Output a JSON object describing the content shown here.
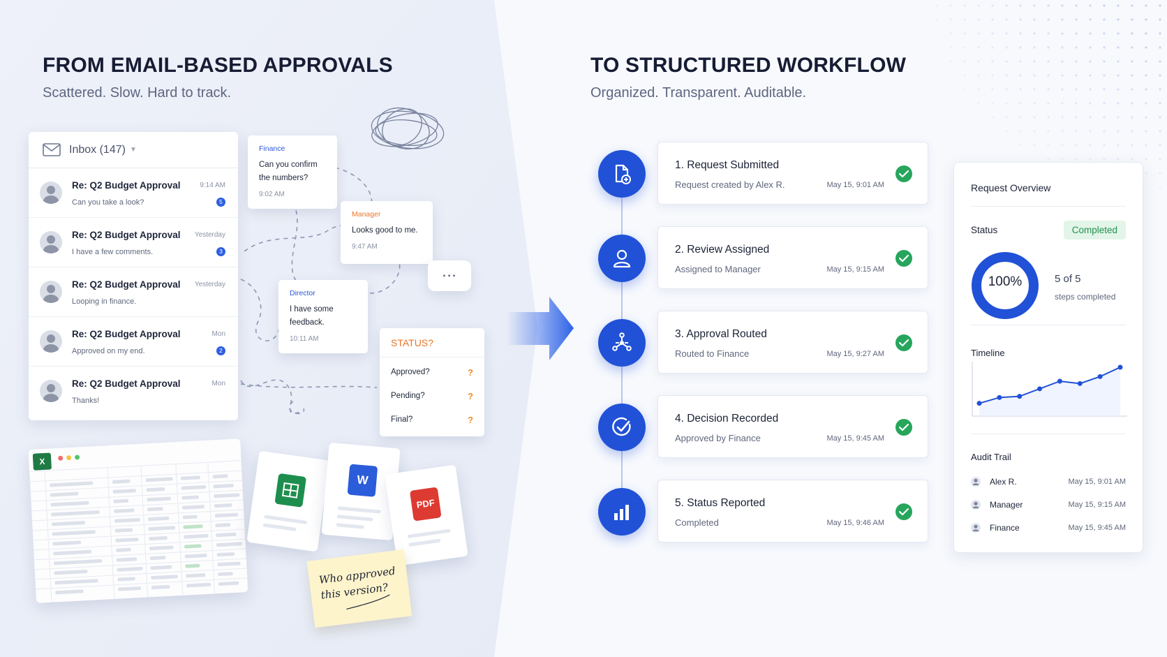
{
  "left": {
    "title": "FROM EMAIL-BASED APPROVALS",
    "subtitle": "Scattered. Slow. Hard to track."
  },
  "right": {
    "title": "TO STRUCTURED WORKFLOW",
    "subtitle": "Organized. Transparent. Auditable."
  },
  "inbox": {
    "label": "Inbox (147)",
    "messages": [
      {
        "subject": "Re: Q2 Budget Approval",
        "preview": "Can you take a look?",
        "time": "9:14 AM",
        "badge": "5"
      },
      {
        "subject": "Re: Q2 Budget Approval",
        "preview": "I have a few comments.",
        "time": "Yesterday",
        "badge": "3"
      },
      {
        "subject": "Re: Q2 Budget Approval",
        "preview": "Looping in finance.",
        "time": "Yesterday",
        "badge": ""
      },
      {
        "subject": "Re: Q2 Budget Approval",
        "preview": "Approved on my end.",
        "time": "Mon",
        "badge": "2"
      },
      {
        "subject": "Re: Q2 Budget Approval",
        "preview": "Thanks!",
        "time": "Mon",
        "badge": ""
      }
    ]
  },
  "chats": [
    {
      "role": "Finance",
      "message": "Can you confirm the numbers?",
      "time": "9:02 AM",
      "role_color": "#2a56d8"
    },
    {
      "role": "Manager",
      "message": "Looks good to me.",
      "time": "9:47 AM",
      "role_color": "#e8772a"
    },
    {
      "role": "Director",
      "message": "I have some feedback.",
      "time": "10:11 AM",
      "role_color": "#2a56d8"
    }
  ],
  "typing": "...",
  "status_card": {
    "title": "STATUS?",
    "rows": [
      {
        "label": "Approved?",
        "mark": "?"
      },
      {
        "label": "Pending?",
        "mark": "?"
      },
      {
        "label": "Final?",
        "mark": "?"
      }
    ]
  },
  "files": {
    "excel_letter": "X",
    "sheets_icon": "sheets-icon",
    "word_letter": "W",
    "pdf_label": "PDF"
  },
  "sticky_note": "Who approved this version?",
  "workflow": [
    {
      "title": "1. Request Submitted",
      "desc": "Request created by Alex R.",
      "time": "May 15, 9:01 AM",
      "icon": "document-add-icon"
    },
    {
      "title": "2. Review Assigned",
      "desc": "Assigned to Manager",
      "time": "May 15, 9:15 AM",
      "icon": "user-icon"
    },
    {
      "title": "3. Approval Routed",
      "desc": "Routed to Finance",
      "time": "May 15, 9:27 AM",
      "icon": "routing-icon"
    },
    {
      "title": "4. Decision Recorded",
      "desc": "Approved by Finance",
      "time": "May 15, 9:45 AM",
      "icon": "check-circle-icon"
    },
    {
      "title": "5. Status Reported",
      "desc": "Completed",
      "time": "May 15, 9:46 AM",
      "icon": "bar-chart-icon"
    }
  ],
  "overview": {
    "title": "Request Overview",
    "status_label": "Status",
    "status_value": "Completed",
    "progress_text": "100%",
    "progress_fraction": 1.0,
    "steps_count": "5 of 5",
    "steps_sub": "steps completed",
    "timeline_label": "Timeline",
    "timeline_values": [
      1,
      2,
      2.2,
      3.5,
      4.8,
      4.4,
      5.6,
      7.2
    ],
    "audit_label": "Audit Trail",
    "audit": [
      {
        "name": "Alex R.",
        "time": "May 15, 9:01 AM"
      },
      {
        "name": "Manager",
        "time": "May 15, 9:15 AM"
      },
      {
        "name": "Finance",
        "time": "May 15, 9:45 AM"
      }
    ]
  },
  "colors": {
    "accent": "#2151d6",
    "success": "#27a55c",
    "warning": "#f08a2a"
  }
}
